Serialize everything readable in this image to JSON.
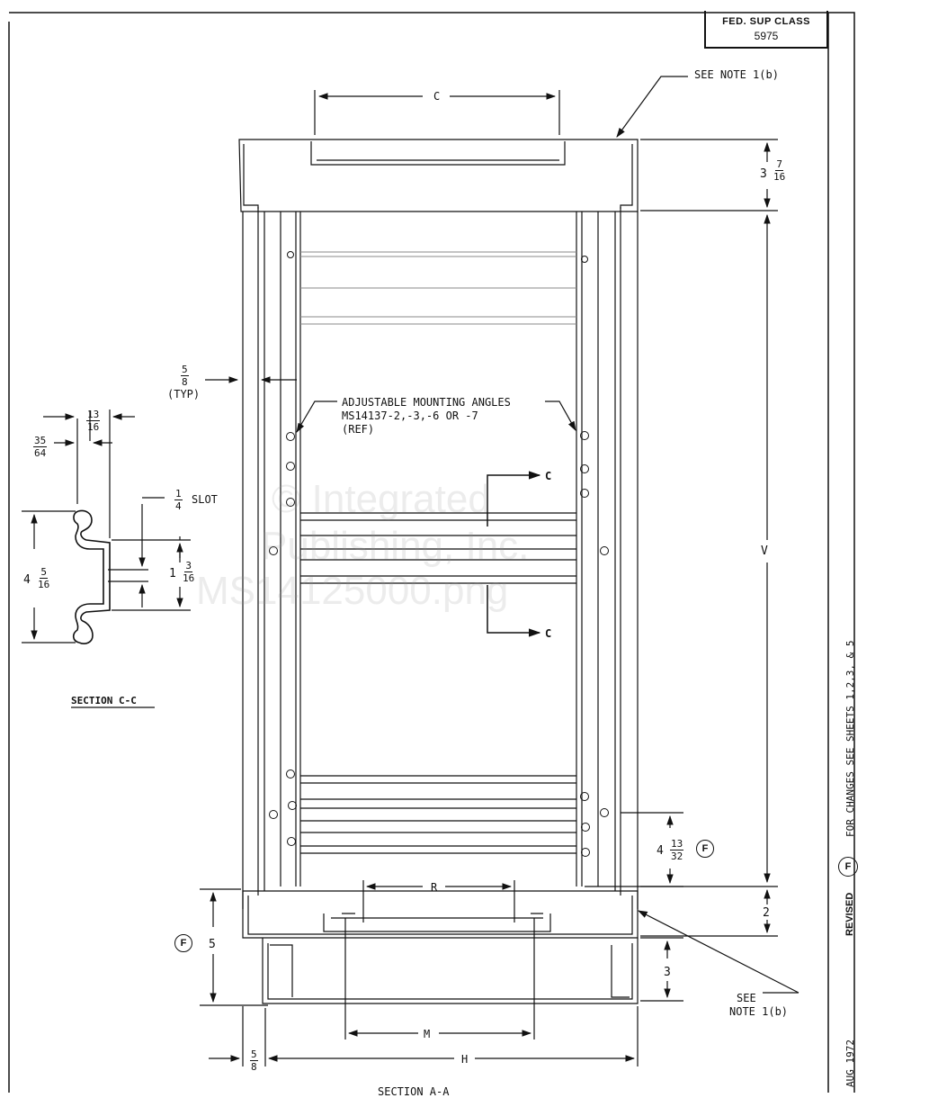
{
  "title_block": {
    "class_heading": "FED. SUP CLASS",
    "class_number": "5975"
  },
  "notes": {
    "see_note_top": "SEE NOTE 1(b)",
    "see_note_bottom_1": "SEE",
    "see_note_bottom_2": "NOTE 1(b)"
  },
  "labels": {
    "adjustable_1": "ADJUSTABLE MOUNTING ANGLES",
    "adjustable_2": "MS14137-2,-3,-6 OR -7",
    "adjustable_3": "(REF)",
    "section_title": "SECTION C-C",
    "section_marker": "C",
    "slot": "SLOT",
    "typ": "(TYP)",
    "section_a_partial": "SECTION A-A"
  },
  "dimensions": {
    "c": "C",
    "v": "V",
    "r": "R",
    "m": "M",
    "h": "H",
    "top_whole": "3",
    "top_num": "7",
    "top_den": "16",
    "typ_num": "5",
    "typ_den": "8",
    "d13_num": "13",
    "d13_den": "16",
    "d35_num": "35",
    "d35_den": "64",
    "slot_num": "1",
    "slot_den": "4",
    "sec_h_whole": "4",
    "sec_h_num": "5",
    "sec_h_den": "16",
    "sec_w_whole": "1",
    "sec_w_num": "3",
    "sec_w_den": "16",
    "right_whole": "4",
    "right_num": "13",
    "right_den": "32",
    "two": "2",
    "three": "3",
    "five": "5",
    "bottom_num": "5",
    "bottom_den": "8",
    "rev_marker": "F"
  },
  "side_strip": {
    "revised": "REVISED",
    "rev_letter": "F",
    "changes": "FOR CHANGES SEE SHEETS 1,2,3, & 5",
    "date": "AUG 1972"
  },
  "watermark": {
    "line1": "© Integrated",
    "line2": "Publishing, Inc.",
    "line3": "MS14125000.png"
  }
}
